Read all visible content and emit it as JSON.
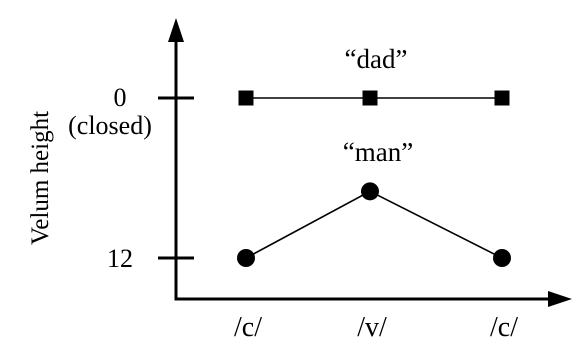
{
  "chart_data": {
    "type": "line",
    "ylabel": "Velum height",
    "x": [
      "/c/",
      "/v/",
      "/c/"
    ],
    "y_ticks": [
      {
        "value": 0,
        "label": "0",
        "sublabel": "(closed)"
      },
      {
        "value": 12,
        "label": "12"
      }
    ],
    "ylim": [
      0,
      12
    ],
    "y_inverted": true,
    "series": [
      {
        "name": "“dad”",
        "marker": "square",
        "values": [
          0,
          0,
          0
        ]
      },
      {
        "name": "“man”",
        "marker": "circle",
        "values": [
          12,
          7,
          12
        ]
      }
    ],
    "grid": false,
    "legend": "none",
    "colors": {
      "ink": "#000000",
      "background": "#ffffff"
    }
  }
}
